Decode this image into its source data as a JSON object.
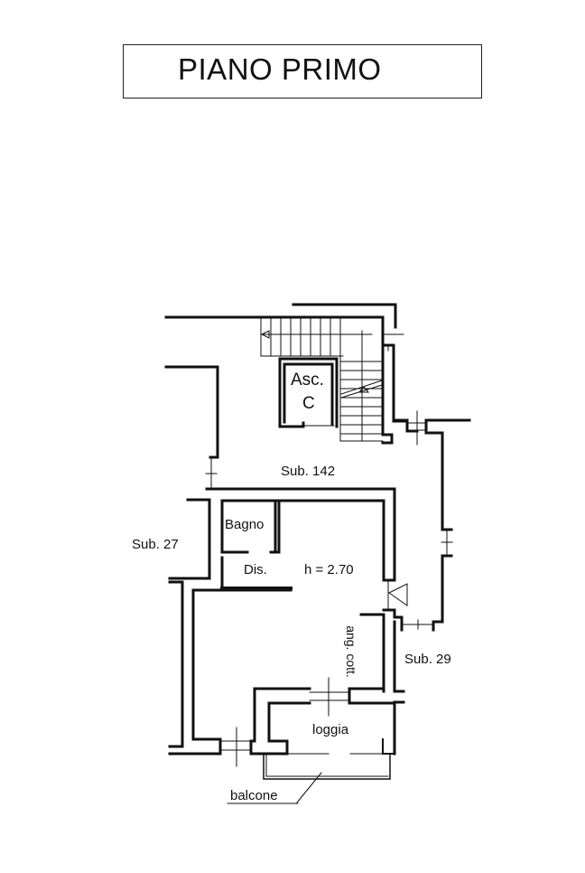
{
  "title": "PIANO PRIMO",
  "plan": {
    "elevator": {
      "line1": "Asc.",
      "line2": "C"
    },
    "labels": {
      "sub142": "Sub. 142",
      "sub27": "Sub. 27",
      "sub29": "Sub. 29",
      "bagno": "Bagno",
      "dis": "Dis.",
      "height": "h = 2.70",
      "ang_cott": "ang. cott.",
      "loggia": "loggia",
      "balcone": "balcone"
    }
  }
}
